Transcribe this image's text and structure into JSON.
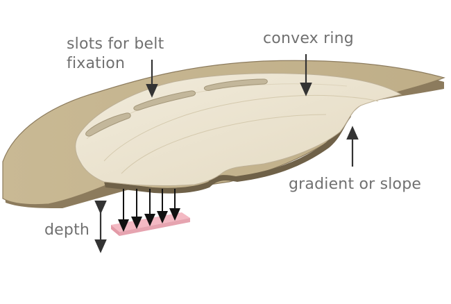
{
  "labels": {
    "slots_line1": "slots for belt",
    "slots_line2": "fixation",
    "convex_ring": "convex ring",
    "gradient": "gradient or slope",
    "depth": "depth"
  },
  "colors": {
    "outer_plate": "#c8b892",
    "outer_plate_edge": "#8b7a5c",
    "inner_ring": "#ebe3cf",
    "inner_ring_highlight": "#f3eee1",
    "slot": "#c3b79b",
    "arrow": "#333333",
    "pink_plate": "#f2b4be",
    "text": "#707070"
  }
}
